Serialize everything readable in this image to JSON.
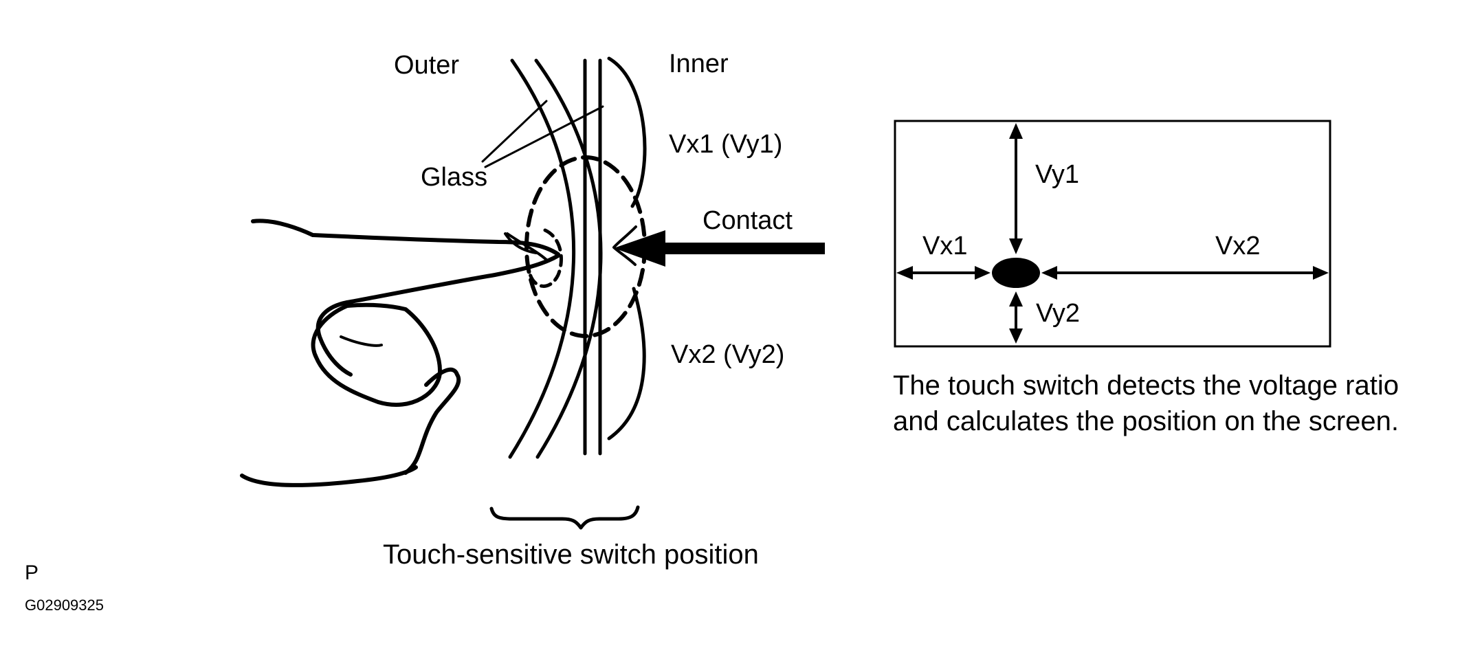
{
  "labels": {
    "outer": "Outer",
    "inner": "Inner",
    "glass": "Glass",
    "vx1_vy1": "Vx1 (Vy1)",
    "contact": "Contact",
    "vx2_vy2": "Vx2 (Vy2)",
    "switch_position": "Touch-sensitive switch position",
    "vy1": "Vy1",
    "vx1": "Vx1",
    "vx2": "Vx2",
    "vy2": "Vy2",
    "caption_line1": "The touch switch detects the voltage ratio",
    "caption_line2": "and calculates the position on the screen.",
    "page_letter": "P",
    "figure_id": "G02909325"
  }
}
